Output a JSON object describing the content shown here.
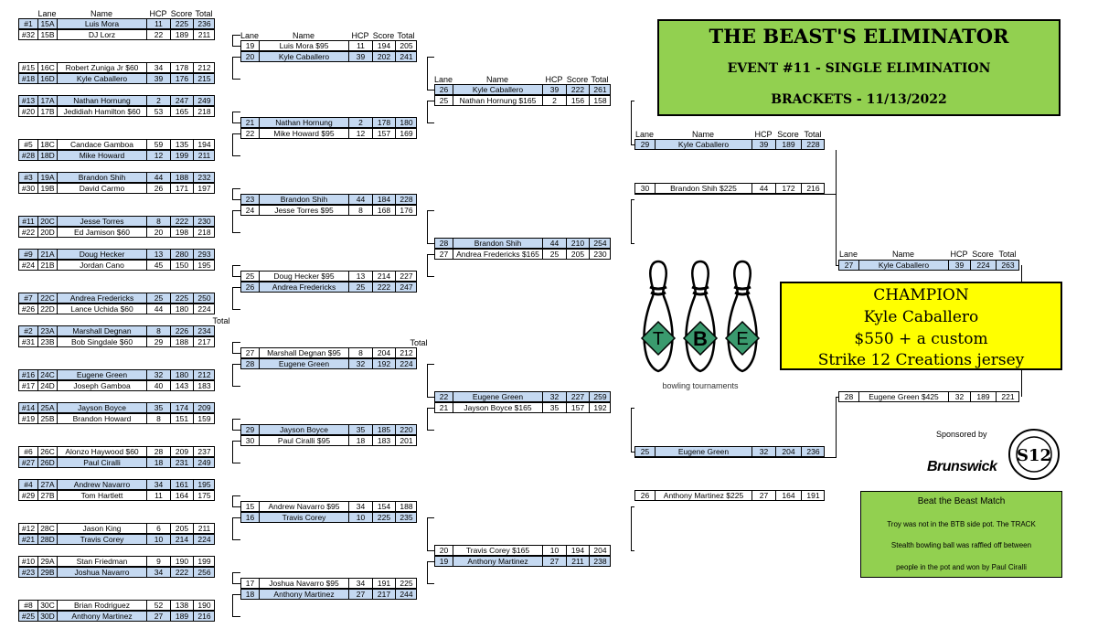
{
  "title": {
    "line1": "THE BEAST'S ELIMINATOR",
    "line2": "EVENT #11 - SINGLE ELIMINATION",
    "line3": "BRACKETS - 11/13/2022"
  },
  "headers": {
    "lane": "Lane",
    "name": "Name",
    "hcp": "HCP",
    "score": "Score",
    "total": "Total"
  },
  "round1": [
    {
      "seed": "#1",
      "lane": "15A",
      "name": "Luis Mora",
      "hcp": "11",
      "score": "225",
      "total": "236",
      "win": true
    },
    {
      "seed": "#32",
      "lane": "15B",
      "name": "DJ Lorz",
      "hcp": "22",
      "score": "189",
      "total": "211",
      "win": false
    },
    {
      "seed": "#15",
      "lane": "16C",
      "name": "Robert Zuniga Jr $60",
      "hcp": "34",
      "score": "178",
      "total": "212",
      "win": false
    },
    {
      "seed": "#18",
      "lane": "16D",
      "name": "Kyle Caballero",
      "hcp": "39",
      "score": "176",
      "total": "215",
      "win": true
    },
    {
      "seed": "#13",
      "lane": "17A",
      "name": "Nathan Hornung",
      "hcp": "2",
      "score": "247",
      "total": "249",
      "win": true
    },
    {
      "seed": "#20",
      "lane": "17B",
      "name": "Jedidiah Hamilton $60",
      "hcp": "53",
      "score": "165",
      "total": "218",
      "win": false
    },
    {
      "seed": "#5",
      "lane": "18C",
      "name": "Candace Gamboa",
      "hcp": "59",
      "score": "135",
      "total": "194",
      "win": false
    },
    {
      "seed": "#28",
      "lane": "18D",
      "name": "Mike Howard",
      "hcp": "12",
      "score": "199",
      "total": "211",
      "win": true
    },
    {
      "seed": "#3",
      "lane": "19A",
      "name": "Brandon Shih",
      "hcp": "44",
      "score": "188",
      "total": "232",
      "win": true
    },
    {
      "seed": "#30",
      "lane": "19B",
      "name": "David Carmo",
      "hcp": "26",
      "score": "171",
      "total": "197",
      "win": false
    },
    {
      "seed": "#11",
      "lane": "20C",
      "name": "Jesse Torres",
      "hcp": "8",
      "score": "222",
      "total": "230",
      "win": true
    },
    {
      "seed": "#22",
      "lane": "20D",
      "name": "Ed Jamison $60",
      "hcp": "20",
      "score": "198",
      "total": "218",
      "win": false
    },
    {
      "seed": "#9",
      "lane": "21A",
      "name": "Doug Hecker",
      "hcp": "13",
      "score": "280",
      "total": "293",
      "win": true
    },
    {
      "seed": "#24",
      "lane": "21B",
      "name": "Jordan Cano",
      "hcp": "45",
      "score": "150",
      "total": "195",
      "win": false
    },
    {
      "seed": "#7",
      "lane": "22C",
      "name": "Andrea Fredericks",
      "hcp": "25",
      "score": "225",
      "total": "250",
      "win": true
    },
    {
      "seed": "#26",
      "lane": "22D",
      "name": "Lance Uchida $60",
      "hcp": "44",
      "score": "180",
      "total": "224",
      "win": false
    },
    {
      "seed": "#2",
      "lane": "23A",
      "name": "Marshall Degnan",
      "hcp": "8",
      "score": "226",
      "total": "234",
      "win": true
    },
    {
      "seed": "#31",
      "lane": "23B",
      "name": "Bob Singdale $60",
      "hcp": "29",
      "score": "188",
      "total": "217",
      "win": false
    },
    {
      "seed": "#16",
      "lane": "24C",
      "name": "Eugene Green",
      "hcp": "32",
      "score": "180",
      "total": "212",
      "win": true
    },
    {
      "seed": "#17",
      "lane": "24D",
      "name": "Joseph Gamboa",
      "hcp": "40",
      "score": "143",
      "total": "183",
      "win": false
    },
    {
      "seed": "#14",
      "lane": "25A",
      "name": "Jayson Boyce",
      "hcp": "35",
      "score": "174",
      "total": "209",
      "win": true
    },
    {
      "seed": "#19",
      "lane": "25B",
      "name": "Brandon Howard",
      "hcp": "8",
      "score": "151",
      "total": "159",
      "win": false
    },
    {
      "seed": "#6",
      "lane": "26C",
      "name": "Alonzo Haywood $60",
      "hcp": "28",
      "score": "209",
      "total": "237",
      "win": false
    },
    {
      "seed": "#27",
      "lane": "26D",
      "name": "Paul Ciralli",
      "hcp": "18",
      "score": "231",
      "total": "249",
      "win": true
    },
    {
      "seed": "#4",
      "lane": "27A",
      "name": "Andrew Navarro",
      "hcp": "34",
      "score": "161",
      "total": "195",
      "win": true
    },
    {
      "seed": "#29",
      "lane": "27B",
      "name": "Tom Hartlett",
      "hcp": "11",
      "score": "164",
      "total": "175",
      "win": false
    },
    {
      "seed": "#12",
      "lane": "28C",
      "name": "Jason King",
      "hcp": "6",
      "score": "205",
      "total": "211",
      "win": false
    },
    {
      "seed": "#21",
      "lane": "28D",
      "name": "Travis Corey",
      "hcp": "10",
      "score": "214",
      "total": "224",
      "win": true
    },
    {
      "seed": "#10",
      "lane": "29A",
      "name": "Stan Friedman",
      "hcp": "9",
      "score": "190",
      "total": "199",
      "win": false
    },
    {
      "seed": "#23",
      "lane": "29B",
      "name": "Joshua Navarro",
      "hcp": "34",
      "score": "222",
      "total": "256",
      "win": true
    },
    {
      "seed": "#8",
      "lane": "30C",
      "name": "Brian Rodriguez",
      "hcp": "52",
      "score": "138",
      "total": "190",
      "win": false
    },
    {
      "seed": "#25",
      "lane": "30D",
      "name": "Anthony Martinez",
      "hcp": "27",
      "score": "189",
      "total": "216",
      "win": true
    }
  ],
  "round2": [
    {
      "lane": "19",
      "name": "Luis Mora $95",
      "hcp": "11",
      "score": "194",
      "total": "205",
      "win": false
    },
    {
      "lane": "20",
      "name": "Kyle Caballero",
      "hcp": "39",
      "score": "202",
      "total": "241",
      "win": true
    },
    {
      "lane": "21",
      "name": "Nathan Hornung",
      "hcp": "2",
      "score": "178",
      "total": "180",
      "win": true
    },
    {
      "lane": "22",
      "name": "Mike Howard $95",
      "hcp": "12",
      "score": "157",
      "total": "169",
      "win": false
    },
    {
      "lane": "23",
      "name": "Brandon Shih",
      "hcp": "44",
      "score": "184",
      "total": "228",
      "win": true
    },
    {
      "lane": "24",
      "name": "Jesse Torres $95",
      "hcp": "8",
      "score": "168",
      "total": "176",
      "win": false
    },
    {
      "lane": "25",
      "name": "Doug Hecker $95",
      "hcp": "13",
      "score": "214",
      "total": "227",
      "win": false
    },
    {
      "lane": "26",
      "name": "Andrea Fredericks",
      "hcp": "25",
      "score": "222",
      "total": "247",
      "win": true
    },
    {
      "lane": "27",
      "name": "Marshall Degnan $95",
      "hcp": "8",
      "score": "204",
      "total": "212",
      "win": false
    },
    {
      "lane": "28",
      "name": "Eugene Green",
      "hcp": "32",
      "score": "192",
      "total": "224",
      "win": true
    },
    {
      "lane": "29",
      "name": "Jayson Boyce",
      "hcp": "35",
      "score": "185",
      "total": "220",
      "win": true
    },
    {
      "lane": "30",
      "name": "Paul Ciralli $95",
      "hcp": "18",
      "score": "183",
      "total": "201",
      "win": false
    },
    {
      "lane": "15",
      "name": "Andrew Navarro $95",
      "hcp": "34",
      "score": "154",
      "total": "188",
      "win": false
    },
    {
      "lane": "16",
      "name": "Travis Corey",
      "hcp": "10",
      "score": "225",
      "total": "235",
      "win": true
    },
    {
      "lane": "17",
      "name": "Joshua Navarro $95",
      "hcp": "34",
      "score": "191",
      "total": "225",
      "win": false
    },
    {
      "lane": "18",
      "name": "Anthony Martinez",
      "hcp": "27",
      "score": "217",
      "total": "244",
      "win": true
    }
  ],
  "round3": [
    {
      "lane": "26",
      "name": "Kyle Caballero",
      "hcp": "39",
      "score": "222",
      "total": "261",
      "win": true
    },
    {
      "lane": "25",
      "name": "Nathan Hornung $165",
      "hcp": "2",
      "score": "156",
      "total": "158",
      "win": false
    },
    {
      "lane": "28",
      "name": "Brandon Shih",
      "hcp": "44",
      "score": "210",
      "total": "254",
      "win": true
    },
    {
      "lane": "27",
      "name": "Andrea Fredericks $165",
      "hcp": "25",
      "score": "205",
      "total": "230",
      "win": false
    },
    {
      "lane": "22",
      "name": "Eugene Green",
      "hcp": "32",
      "score": "227",
      "total": "259",
      "win": true
    },
    {
      "lane": "21",
      "name": "Jayson Boyce $165",
      "hcp": "35",
      "score": "157",
      "total": "192",
      "win": false
    },
    {
      "lane": "20",
      "name": "Travis Corey $165",
      "hcp": "10",
      "score": "194",
      "total": "204",
      "win": false
    },
    {
      "lane": "19",
      "name": "Anthony Martinez",
      "hcp": "27",
      "score": "211",
      "total": "238",
      "win": true
    }
  ],
  "round4": [
    {
      "lane": "29",
      "name": "Kyle Caballero",
      "hcp": "39",
      "score": "189",
      "total": "228",
      "win": true
    },
    {
      "lane": "30",
      "name": "Brandon Shih $225",
      "hcp": "44",
      "score": "172",
      "total": "216",
      "win": false
    },
    {
      "lane": "25",
      "name": "Eugene Green",
      "hcp": "32",
      "score": "204",
      "total": "236",
      "win": true
    },
    {
      "lane": "26",
      "name": "Anthony Martinez $225",
      "hcp": "27",
      "score": "164",
      "total": "191",
      "win": false
    }
  ],
  "final": [
    {
      "lane": "27",
      "name": "Kyle Caballero",
      "hcp": "39",
      "score": "224",
      "total": "263",
      "win": true
    },
    {
      "lane": "28",
      "name": "Eugene Green $425",
      "hcp": "32",
      "score": "189",
      "total": "221",
      "win": false
    }
  ],
  "champion": {
    "label": "CHAMPION",
    "name": "Kyle Caballero",
    "prize1": "$550 + a custom",
    "prize2": "Strike 12 Creations jersey"
  },
  "logo": {
    "letters": [
      "T",
      "B",
      "E"
    ],
    "caption": "bowling tournaments"
  },
  "sponsor": {
    "label": "Sponsored by",
    "brand": "Brunswick",
    "seal": "S12"
  },
  "beast": {
    "title": "Beat the Beast Match",
    "lines": [
      "Troy was not in the BTB side pot. The TRACK",
      "Stealth bowling ball was raffled off between",
      "people in the pot and won by Paul Ciralli"
    ]
  },
  "colors": {
    "winner": "#c5d9f1",
    "title_bg": "#92d050",
    "champion_bg": "#ffff00",
    "diamond": "#3a9a6e"
  }
}
